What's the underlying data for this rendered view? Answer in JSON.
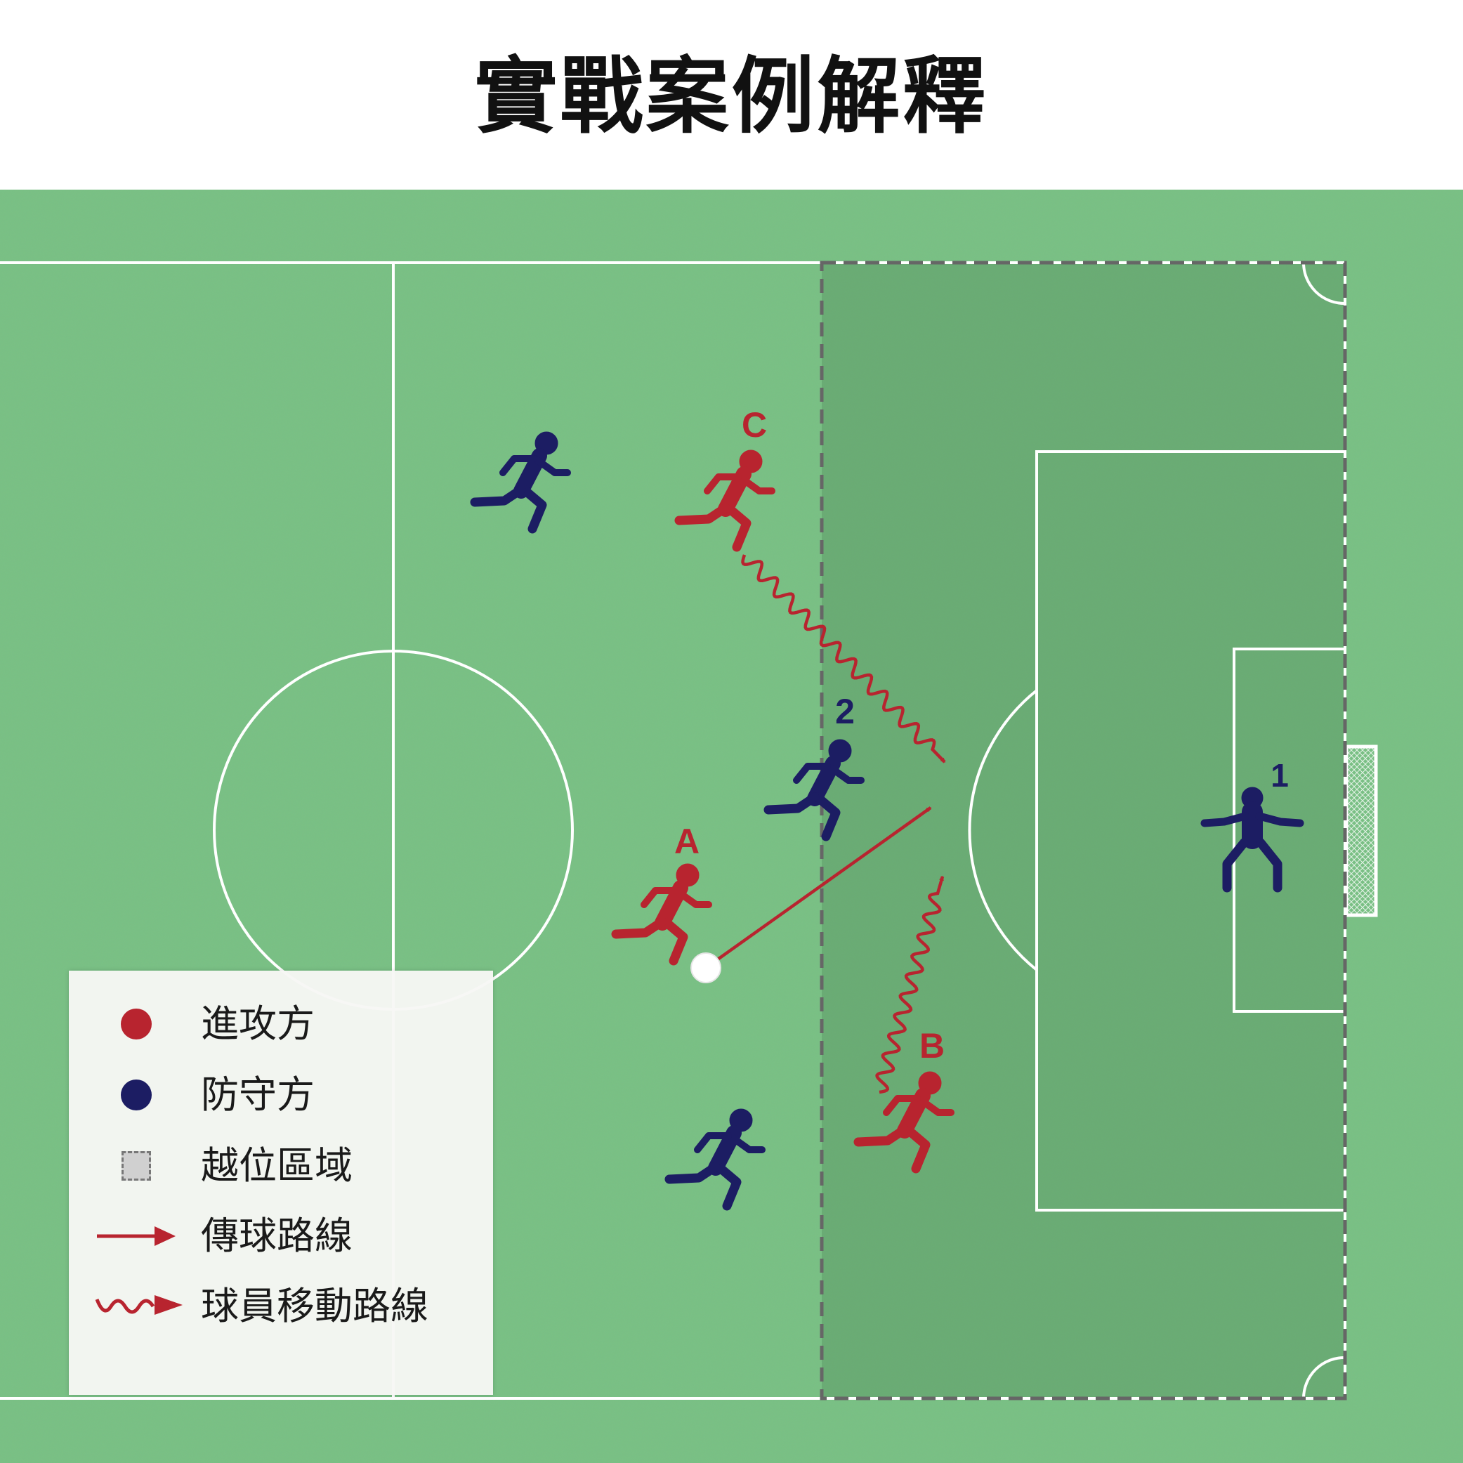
{
  "title": "實戰案例解釋",
  "colors": {
    "attack": "#b8242f",
    "defense": "#1c1d63",
    "grass": "#79c184",
    "offside_zone": "#6aa872",
    "lines": "#ffffff"
  },
  "players": {
    "attack_c": {
      "label": "C"
    },
    "attack_a": {
      "label": "A"
    },
    "attack_b": {
      "label": "B"
    },
    "defender_2": {
      "label": "2"
    },
    "goalkeeper_1": {
      "label": "1"
    }
  },
  "legend": {
    "attack": "進攻方",
    "defense": "防守方",
    "offside_zone": "越位區域",
    "pass_route": "傳球路線",
    "run_route": "球員移動路線"
  }
}
